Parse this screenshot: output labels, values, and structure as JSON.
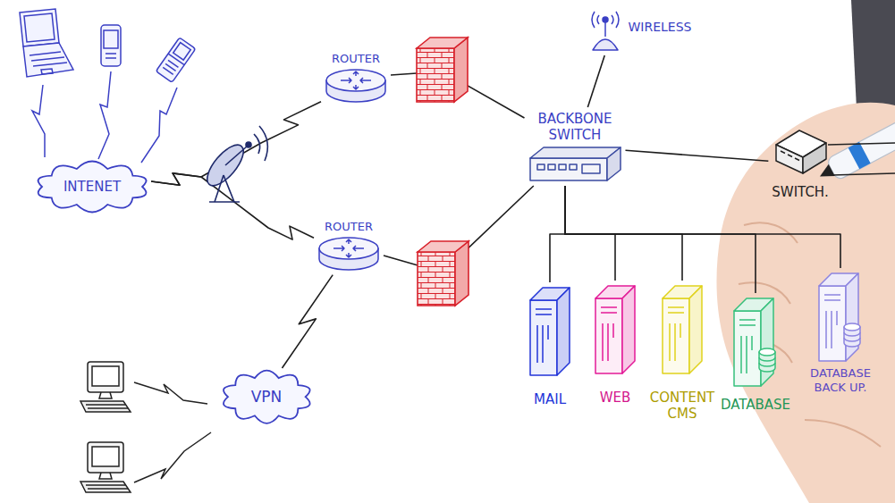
{
  "diagram": {
    "nodes": [
      {
        "text": [
          "INTENET"
        ]
      },
      {
        "text": [
          "ROUTER"
        ]
      },
      {
        "text": [
          "WIRELESS"
        ]
      },
      {
        "text": [
          "BACKBONE SWITCH"
        ]
      },
      {
        "text": [
          "SWITCH."
        ]
      },
      {
        "text": [
          "ROUTER"
        ]
      },
      {
        "text": [
          "MAIL"
        ]
      },
      {
        "text": [
          "WEB"
        ]
      },
      {
        "text": [
          "CONTENT CMS"
        ]
      },
      {
        "text": [
          "DATABASE"
        ]
      },
      {
        "text": [
          "DATABASE BACK UP."
        ]
      },
      {
        "text": [
          "VPN"
        ]
      }
    ],
    "edges": [
      {
        "from": 0,
        "to": 1,
        "arrow": "none"
      },
      {
        "from": 0,
        "to": 5,
        "arrow": "none"
      },
      {
        "from": 1,
        "to": 3,
        "arrow": "none"
      },
      {
        "from": 5,
        "to": 3,
        "arrow": "none"
      },
      {
        "from": 2,
        "to": 3,
        "arrow": "none"
      },
      {
        "from": 3,
        "to": 4,
        "arrow": "none"
      },
      {
        "from": 3,
        "to": 6,
        "arrow": "none"
      },
      {
        "from": 3,
        "to": 7,
        "arrow": "none"
      },
      {
        "from": 3,
        "to": 8,
        "arrow": "none"
      },
      {
        "from": 3,
        "to": 9,
        "arrow": "none"
      },
      {
        "from": 3,
        "to": 10,
        "arrow": "none"
      },
      {
        "from": 11,
        "to": 5,
        "arrow": "none"
      }
    ]
  }
}
